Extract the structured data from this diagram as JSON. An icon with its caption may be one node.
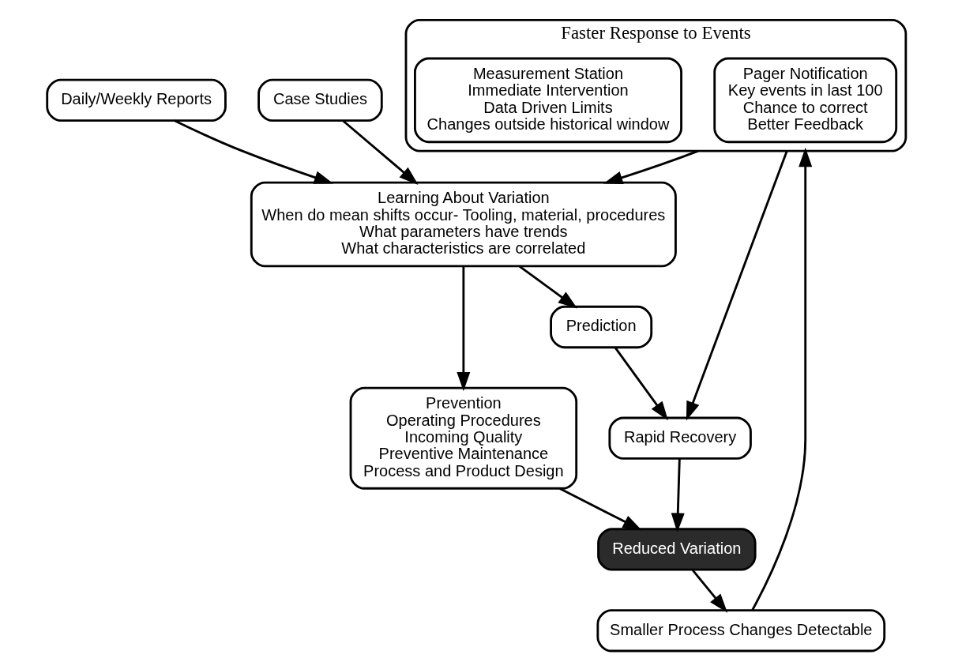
{
  "diagram": {
    "nodes": [
      {
        "text": [
          "Faster Response to Events"
        ]
      },
      {
        "text": [
          "Pager Notification",
          "Key events in last 100",
          "Chance to correct",
          "Better Feedback"
        ],
        "in": 0
      },
      {
        "text": [
          "Measurement Station",
          "Immediate Intervention",
          "Data Driven Limits",
          "Changes outside historical window"
        ],
        "in": 0
      },
      {
        "text": [
          "Rapid Recovery"
        ]
      },
      {
        "text": [
          "Smaller Process Changes Detectable"
        ]
      },
      {
        "text": [
          "Prediction"
        ]
      },
      {
        "text": [
          "Daily/Weekly Reports"
        ]
      },
      {
        "text": [
          "Case Studies"
        ]
      },
      {
        "text": [
          "Learning About Variation",
          "When do mean shifts occur- Tooling, material, procedures",
          "What parameters have trends",
          "What characteristics are correlated"
        ]
      },
      {
        "text": [
          "Reduced Variation"
        ]
      },
      {
        "text": [
          "Prevention",
          "Operating Procedures",
          "Incoming Quality",
          "Preventive Maintenance",
          "Process and Product Design"
        ]
      }
    ],
    "edges": [
      {
        "from": 3,
        "to": 9,
        "arrow": "to"
      },
      {
        "from": 9,
        "to": 4,
        "arrow": "to"
      },
      {
        "from": 4,
        "to": 0,
        "arrow": "to"
      },
      {
        "from": 0,
        "to": 3,
        "arrow": "to"
      },
      {
        "from": 0,
        "to": 8,
        "arrow": "to"
      },
      {
        "from": 6,
        "to": 8,
        "arrow": "to"
      },
      {
        "from": 7,
        "to": 8,
        "arrow": "to"
      },
      {
        "from": 8,
        "to": 5,
        "arrow": "to"
      },
      {
        "from": 5,
        "to": 3,
        "arrow": "to"
      },
      {
        "from": 8,
        "to": 10,
        "arrow": "to"
      },
      {
        "from": 10,
        "to": 9,
        "arrow": "to"
      }
    ]
  }
}
